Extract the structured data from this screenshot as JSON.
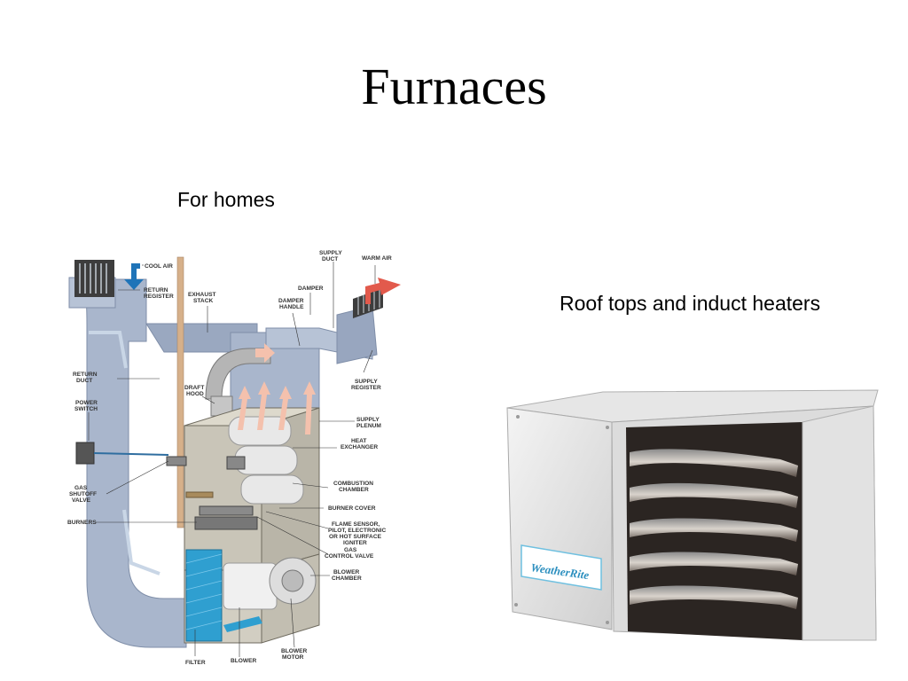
{
  "slide": {
    "title": "Furnaces",
    "captions": {
      "homes": "For homes",
      "roof": "Roof tops and induct heaters"
    }
  },
  "furnace_diagram": {
    "labels": {
      "cool_air": "COOL AIR",
      "return_register": [
        "RETURN",
        "REGISTER"
      ],
      "exhaust_stack": [
        "EXHAUST",
        "STACK"
      ],
      "supply_duct": [
        "SUPPLY",
        "DUCT"
      ],
      "warm_air": "WARM AIR",
      "damper": "DAMPER",
      "damper_handle": [
        "DAMPER",
        "HANDLE"
      ],
      "return_duct": [
        "RETURN",
        "DUCT"
      ],
      "draft_hood": [
        "DRAFT",
        "HOOD"
      ],
      "supply_register": [
        "SUPPLY",
        "REGISTER"
      ],
      "power_switch": [
        "POWER",
        "SWITCH"
      ],
      "supply_plenum": [
        "SUPPLY",
        "PLENUM"
      ],
      "heat_exchanger": [
        "HEAT",
        "EXCHANGER"
      ],
      "gas_shutoff_valve": [
        "GAS",
        "SHUTOFF",
        "VALVE"
      ],
      "combustion_chamber": [
        "COMBUSTION",
        "CHAMBER"
      ],
      "burner_cover": "BURNER COVER",
      "burners": "BURNERS",
      "flame_sensor": [
        "FLAME SENSOR,",
        "PILOT, ELECTRONIC",
        "OR HOT SURFACE",
        "IGNITER"
      ],
      "gas_control_valve": [
        "GAS",
        "CONTROL VALVE"
      ],
      "blower_chamber": [
        "BLOWER",
        "CHAMBER"
      ],
      "filter": "FILTER",
      "blower": "BLOWER",
      "blower_motor": [
        "BLOWER",
        "MOTOR"
      ]
    }
  },
  "heater_image": {
    "brand": "WeatherRite"
  },
  "colors": {
    "duct": "#a9b6cc",
    "duct_dark": "#8190ab",
    "warm_arrow": "#f4c1ad",
    "hot_arrow": "#e25a4c",
    "cool_arrow": "#1f74b8",
    "filter": "#2f9fd0"
  }
}
